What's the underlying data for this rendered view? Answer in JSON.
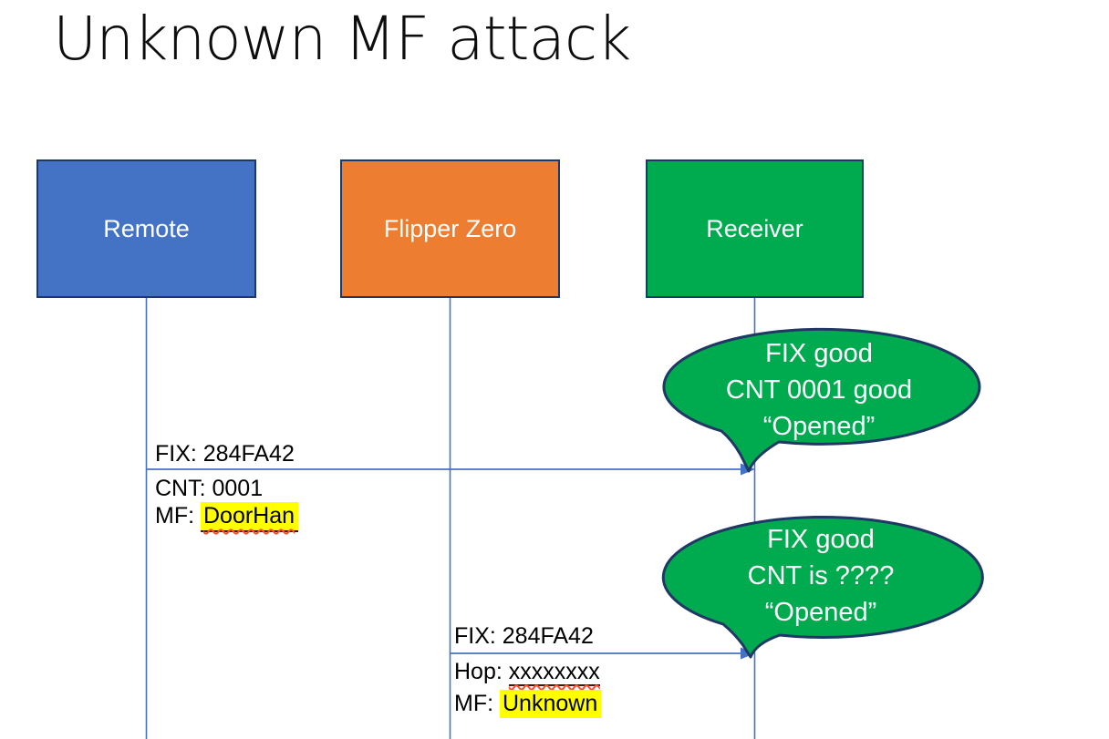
{
  "title": "Unknown MF attack",
  "actors": [
    {
      "id": "remote",
      "label": "Remote",
      "fill": "#4472C4"
    },
    {
      "id": "flipper",
      "label": "Flipper Zero",
      "fill": "#ED7D31"
    },
    {
      "id": "receiver",
      "label": "Receiver",
      "fill": "#00AB50"
    }
  ],
  "messages": [
    {
      "from": "Remote",
      "to": "Receiver",
      "rows": [
        {
          "text": "FIX: 284FA42"
        },
        {
          "text": "CNT: 0001"
        },
        {
          "prefix": "MF: ",
          "word": "DoorHan",
          "word_style": "yellow-highlight underline spellcheck-squiggle"
        }
      ]
    },
    {
      "from": "Flipper Zero",
      "to": "Receiver",
      "rows": [
        {
          "text": "FIX: 284FA42"
        },
        {
          "prefix": "Hop: ",
          "word": "xxxxxxxx",
          "word_style": "underline spellcheck-squiggle"
        },
        {
          "prefix": "MF: ",
          "word": "Unknown",
          "word_style": "yellow-highlight"
        }
      ]
    }
  ],
  "bubbles": [
    {
      "speaker": "Receiver",
      "lines": [
        "FIX good",
        "CNT 0001 good",
        "“Opened”"
      ]
    },
    {
      "speaker": "Receiver",
      "lines": [
        "FIX good",
        "CNT is ????",
        "“Opened”"
      ]
    }
  ],
  "colors": {
    "remote_fill": "#4472C4",
    "flipper_fill": "#ED7D31",
    "receiver_fill": "#00AB50",
    "bubble_fill": "#00AB50",
    "shape_border": "#1F3864",
    "line_and_arrow": "#4472C4",
    "highlight_yellow": "#FFFF00",
    "spellcheck_squiggle": "#FF4F26",
    "text": "#000000",
    "background": "#FFFFFF"
  }
}
